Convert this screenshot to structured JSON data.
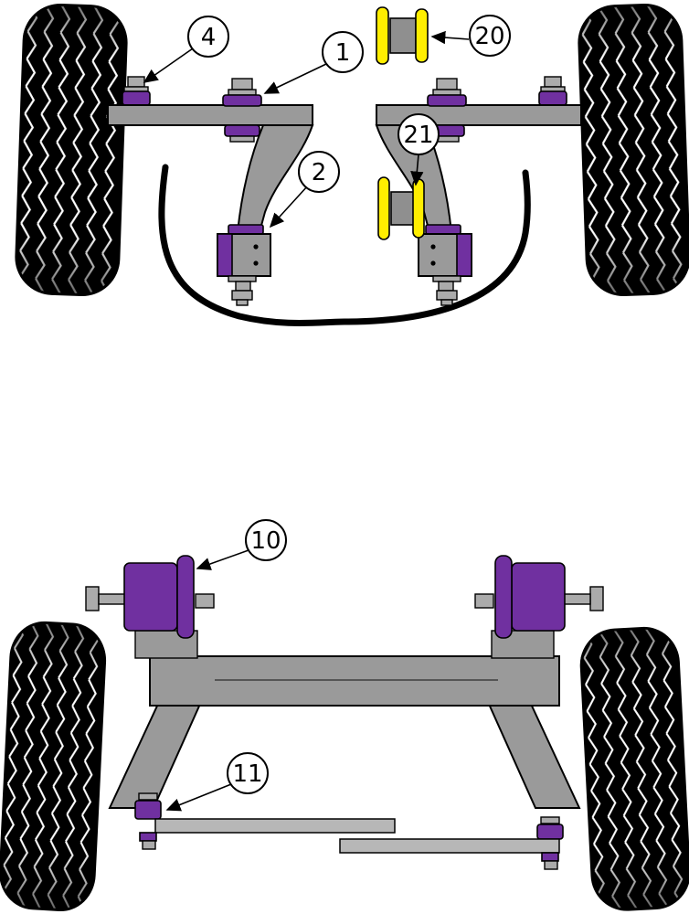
{
  "diagram": {
    "type": "suspension-fitment-diagram",
    "sections": {
      "front": "front-suspension-with-anti-roll-bar",
      "rear": "rear-subframe-with-tie-bars"
    },
    "callouts": {
      "c1": {
        "label": "1"
      },
      "c2": {
        "label": "2"
      },
      "c4": {
        "label": "4"
      },
      "c10": {
        "label": "10"
      },
      "c11": {
        "label": "11"
      },
      "c20": {
        "label": "20"
      },
      "c21": {
        "label": "21"
      }
    },
    "colors": {
      "bushing-purple": "#7030A0",
      "bushing-yellow": "#FFEE00",
      "metal-gray": "#9a9a9a",
      "tire-black": "#000000",
      "outline-black": "#000000",
      "background-white": "#FFFFFF"
    }
  }
}
